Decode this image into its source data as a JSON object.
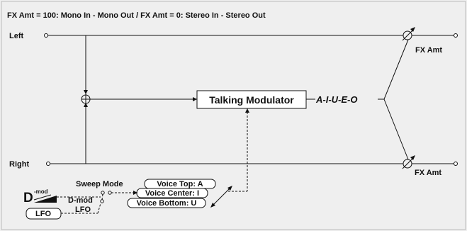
{
  "header": {
    "title": "FX Amt = 100: Mono In - Mono Out  /  FX Amt = 0: Stereo In - Stereo Out"
  },
  "inputs": {
    "left": "Left",
    "right": "Right"
  },
  "outputs": {
    "top_fx_amt": "FX Amt",
    "bottom_fx_amt": "FX Amt"
  },
  "module": {
    "name": "Talking Modulator",
    "vowels": "A-I-U-E-O"
  },
  "controls": {
    "sweep_mode": "Sweep Mode",
    "dmod_label": "D-mod",
    "lfo_label": "LFO",
    "dmod_icon_letter": "D",
    "dmod_icon_sup": "-mod",
    "lfo_box": "LFO"
  },
  "voices": {
    "top": "Voice Top: A",
    "center": "Voice Center: I",
    "bottom": "Voice Bottom: U"
  }
}
